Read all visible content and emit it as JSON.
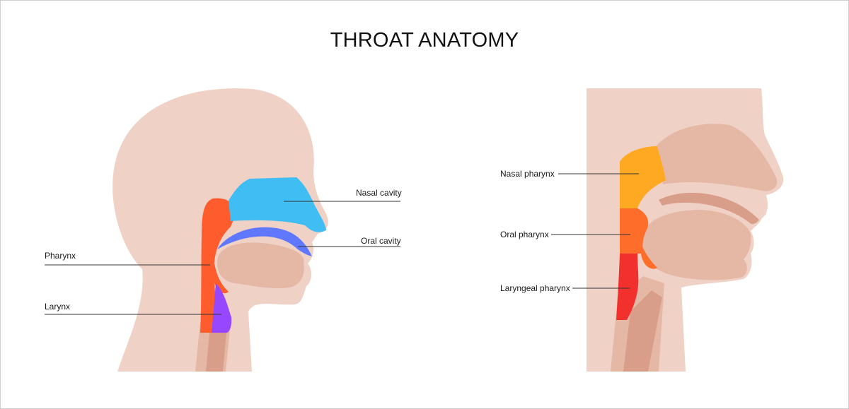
{
  "title": "THROAT ANATOMY",
  "left_diagram": {
    "labels": {
      "nasal_cavity": "Nasal cavity",
      "oral_cavity": "Oral cavity",
      "pharynx": "Pharynx",
      "larynx": "Larynx"
    }
  },
  "right_diagram": {
    "labels": {
      "nasal_pharynx": "Nasal pharynx",
      "oral_pharynx": "Oral pharynx",
      "laryngeal_pharynx": "Laryngeal pharynx"
    }
  },
  "colors": {
    "skin": "#f0d1c6",
    "tissue": "#e5b8a6",
    "tissue_dark": "#d99e89",
    "nasal_cavity": "#40bdf2",
    "oral_cavity": "#5f78ff",
    "pharynx": "#ff5c2e",
    "larynx": "#9747ff",
    "nasal_pharynx": "#ffa822",
    "oral_pharynx": "#ff6d2a",
    "laryngeal_pharynx": "#f2302e"
  }
}
